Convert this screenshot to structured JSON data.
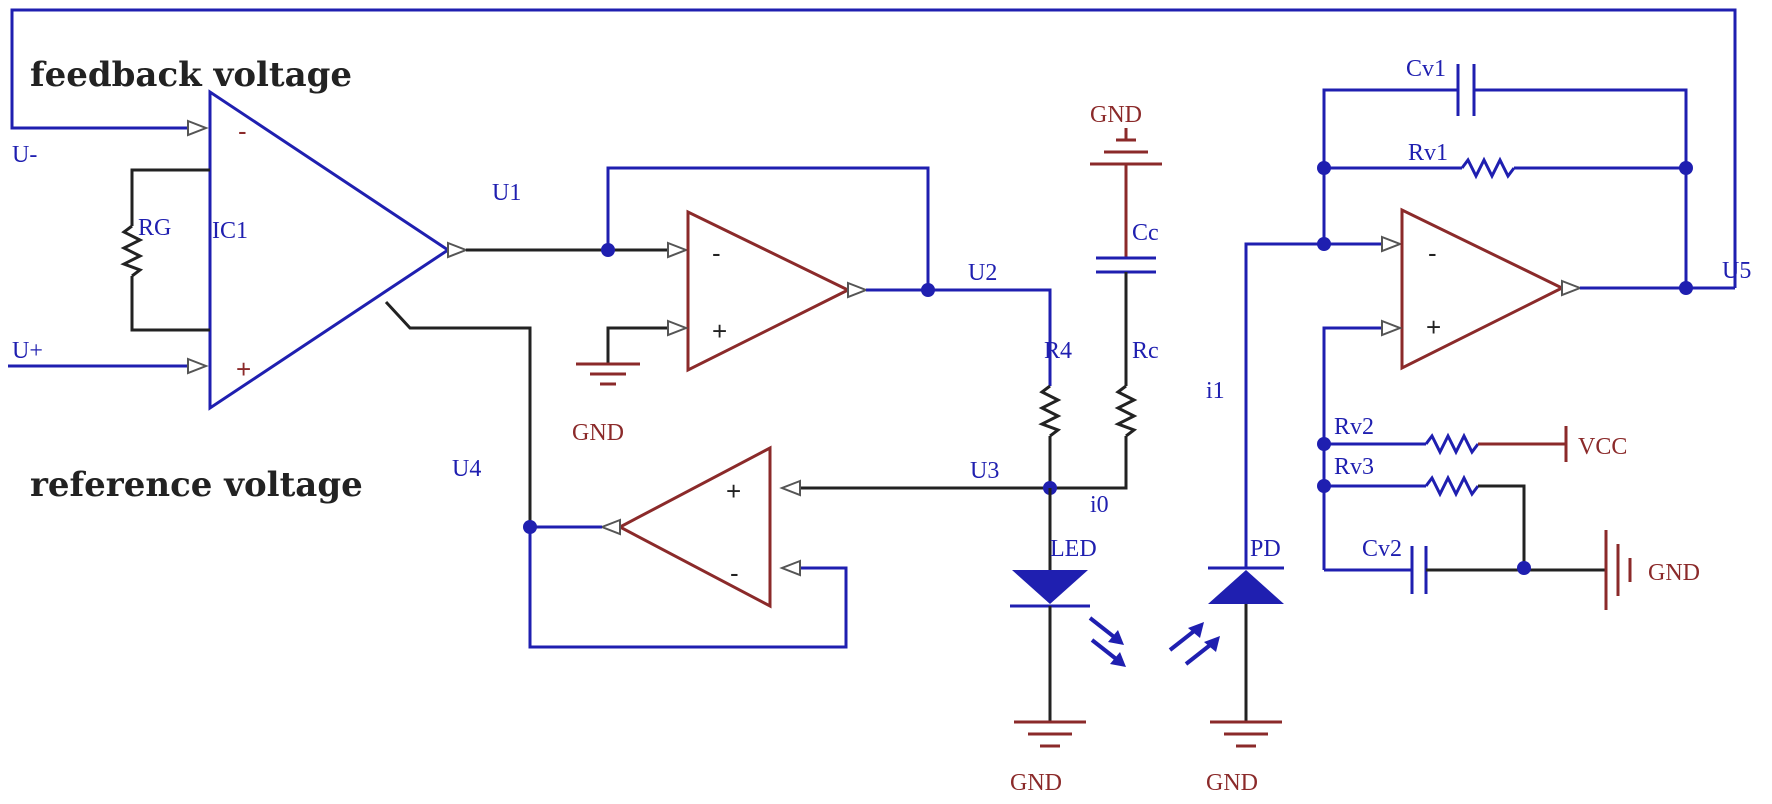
{
  "annotations": {
    "feedback": "feedback voltage",
    "reference": "reference voltage"
  },
  "signals": {
    "u_minus": "U-",
    "u_plus": "U+",
    "u1": "U1",
    "u2": "U2",
    "u3": "U3",
    "u4": "U4",
    "u5": "U5",
    "i0": "i0",
    "i1": "i1"
  },
  "components": {
    "ic1": "IC1",
    "rg": "RG",
    "r4": "R4",
    "rc": "Rc",
    "cc": "Cc",
    "cv1": "Cv1",
    "rv1": "Rv1",
    "rv2": "Rv2",
    "rv3": "Rv3",
    "cv2": "Cv2",
    "led": "LED",
    "pd": "PD",
    "vcc": "VCC",
    "gnd": "GND"
  },
  "signs": {
    "minus": "-",
    "plus": "+"
  },
  "colors": {
    "wire_blue": "#1f1fb0",
    "wire_black": "#222222",
    "component_red": "#8b2a2a"
  }
}
